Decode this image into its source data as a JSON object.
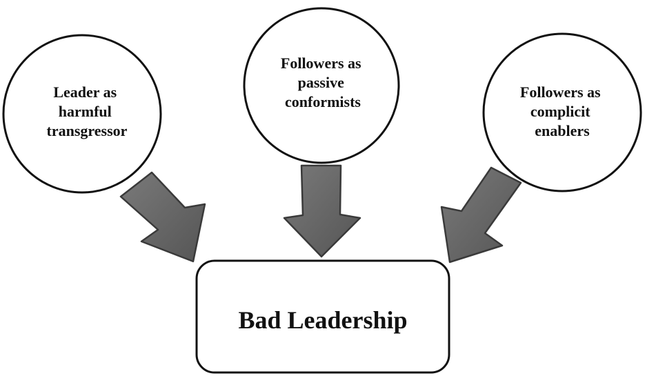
{
  "diagram": {
    "nodes": {
      "leader": {
        "lines": [
          "Leader as",
          "harmful",
          "transgressor"
        ]
      },
      "passive": {
        "lines": [
          "Followers as",
          "passive",
          "conformists"
        ]
      },
      "complicit": {
        "lines": [
          "Followers as",
          "complicit",
          "enablers"
        ]
      },
      "outcome": {
        "label": "Bad Leadership"
      }
    },
    "edges": [
      {
        "from": "leader",
        "to": "outcome"
      },
      {
        "from": "passive",
        "to": "outcome"
      },
      {
        "from": "complicit",
        "to": "outcome"
      }
    ],
    "colors": {
      "arrow_fill": "#6a6a6a",
      "arrow_stroke": "#3a3a3a",
      "outline": "#111111",
      "background": "#ffffff"
    }
  }
}
